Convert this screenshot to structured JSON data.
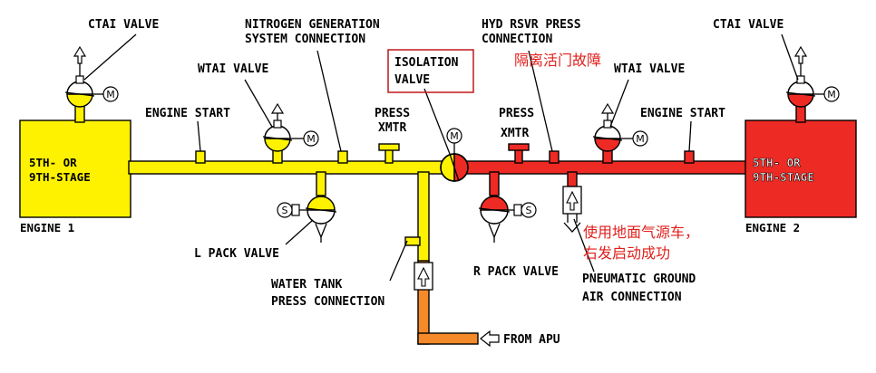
{
  "colors": {
    "left_duct": "#fff200",
    "right_duct": "#ee2a24",
    "apu_duct": "#f58a2a",
    "annotation": "#e0201c"
  },
  "labels": {
    "ctai_left": "CTAI VALVE",
    "ctai_right": "CTAI VALVE",
    "nitrogen_line1": "NITROGEN GENERATION",
    "nitrogen_line2": "SYSTEM CONNECTION",
    "hyd_line1": "HYD RSVR PRESS",
    "hyd_line2": "CONNECTION",
    "isolation_line1": "ISOLATION",
    "isolation_line2": "VALVE",
    "wtai_left": "WTAI VALVE",
    "wtai_right": "WTAI VALVE",
    "engine_start_left": "ENGINE START",
    "engine_start_right": "ENGINE START",
    "press_xmtr_left_1": "PRESS",
    "press_xmtr_left_2": "XMTR",
    "press_xmtr_right_1": "PRESS",
    "press_xmtr_right_2": "XMTR",
    "engine1_stage_1": "5TH- OR",
    "engine1_stage_2": "9TH-STAGE",
    "engine2_stage_1": "5TH- OR",
    "engine2_stage_2": "9TH-STAGE",
    "engine1": "ENGINE 1",
    "engine2": "ENGINE 2",
    "l_pack": "L PACK VALVE",
    "r_pack": "R PACK VALVE",
    "water_tank_1": "WATER TANK",
    "water_tank_2": "PRESS CONNECTION",
    "ground_1": "PNEUMATIC GROUND",
    "ground_2": "AIR CONNECTION",
    "from_apu": "FROM APU",
    "motor_symbol": "M",
    "solenoid_symbol": "S"
  },
  "annotations": {
    "isolation_fault": "隔离活门故障",
    "ground_cart_1": "使用地面气源车，",
    "ground_cart_2": "右发启动成功"
  }
}
